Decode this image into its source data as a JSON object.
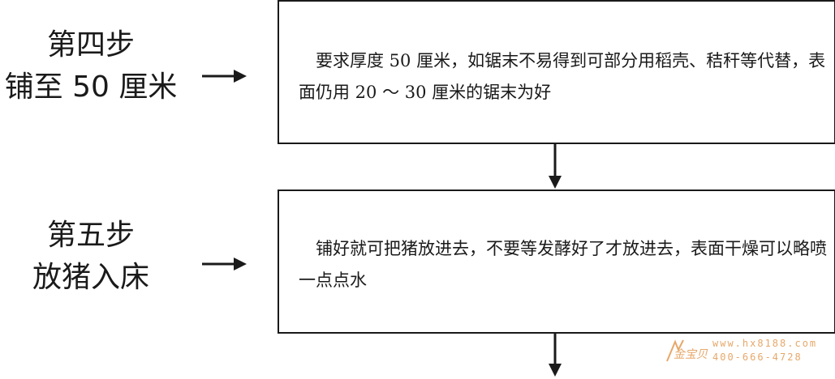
{
  "steps": [
    {
      "label_line1": "第四步",
      "label_line2": "铺至 50  厘米",
      "description": "要求厚度 50 厘米，如锯末不易得到可部分用稻壳、秸秆等代替，表面仍用 20 ～ 30 厘米的锯末为好"
    },
    {
      "label_line1": "第五步",
      "label_line2": "放猪入床",
      "description": "铺好就可把猪放进去，不要等发酵好了才放进去，表面干燥可以略喷一点点水"
    }
  ],
  "watermark": {
    "logo_text": "金宝贝",
    "url": "www.hx8188.com",
    "phone": "400-666-4728"
  },
  "colors": {
    "line": "#1a1a1a",
    "watermark": "#e6a86a"
  }
}
